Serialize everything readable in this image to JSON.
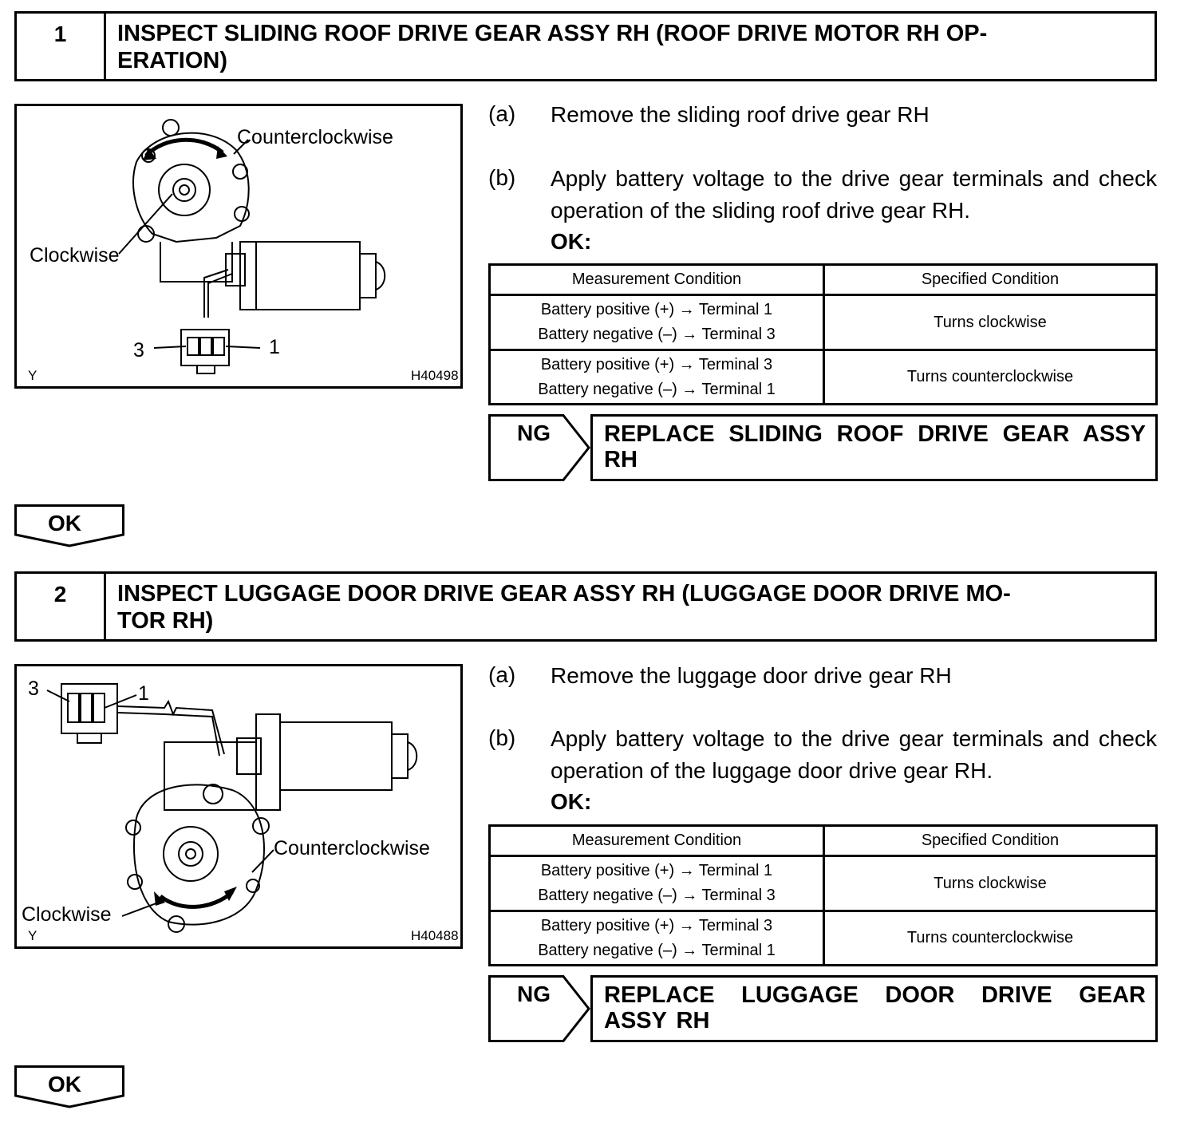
{
  "steps": [
    {
      "number": "1",
      "title": "INSPECT SLIDING ROOF DRIVE GEAR ASSY RH (ROOF DRIVE MOTOR RH OP-ERATION)",
      "title_line1": "INSPECT SLIDING ROOF DRIVE GEAR ASSY RH (ROOF DRIVE MOTOR RH OP-",
      "title_line2": "ERATION)",
      "figure": {
        "counterclockwise": "Counterclockwise",
        "clockwise": "Clockwise",
        "terminal_left": "3",
        "terminal_right": "1",
        "corner": "Y",
        "code": "H40498"
      },
      "instructions": [
        {
          "letter": "(a)",
          "text": "Remove the sliding roof drive gear RH"
        },
        {
          "letter": "(b)",
          "text": "Apply battery voltage to the drive gear terminals and check operation of the sliding roof drive gear RH."
        }
      ],
      "ok_label": "OK:",
      "table": {
        "headers": [
          "Measurement Condition",
          "Specified Condition"
        ],
        "rows": [
          {
            "line1": "Battery positive (+) → Terminal 1",
            "line2": "Battery negative (–) → Terminal 3",
            "result": "Turns clockwise"
          },
          {
            "line1": "Battery positive (+) → Terminal 3",
            "line2": "Battery negative (–) → Terminal 1",
            "result": "Turns counterclockwise"
          }
        ]
      },
      "ng_label": "NG",
      "replace_text": "REPLACE SLIDING ROOF DRIVE GEAR ASSY RH",
      "ok_arrow": "OK"
    },
    {
      "number": "2",
      "title": "INSPECT LUGGAGE DOOR DRIVE GEAR ASSY RH (LUGGAGE DOOR DRIVE MO-TOR RH)",
      "title_line1": "INSPECT LUGGAGE DOOR DRIVE GEAR ASSY RH (LUGGAGE DOOR DRIVE MO-",
      "title_line2": "TOR RH)",
      "figure": {
        "counterclockwise": "Counterclockwise",
        "clockwise": "Clockwise",
        "terminal_left": "3",
        "terminal_right": "1",
        "corner": "Y",
        "code": "H40488"
      },
      "instructions": [
        {
          "letter": "(a)",
          "text": "Remove the luggage door drive gear RH"
        },
        {
          "letter": "(b)",
          "text": "Apply battery voltage to the drive gear terminals and check operation of the luggage door drive gear RH."
        }
      ],
      "ok_label": "OK:",
      "table": {
        "headers": [
          "Measurement Condition",
          "Specified Condition"
        ],
        "rows": [
          {
            "line1": "Battery positive (+) → Terminal 1",
            "line2": "Battery negative (–) → Terminal 3",
            "result": "Turns clockwise"
          },
          {
            "line1": "Battery positive (+) → Terminal 3",
            "line2": "Battery negative (–) → Terminal 1",
            "result": "Turns counterclockwise"
          }
        ]
      },
      "ng_label": "NG",
      "replace_text": "REPLACE LUGGAGE DOOR DRIVE GEAR ASSY RH",
      "ok_arrow": "OK"
    }
  ]
}
